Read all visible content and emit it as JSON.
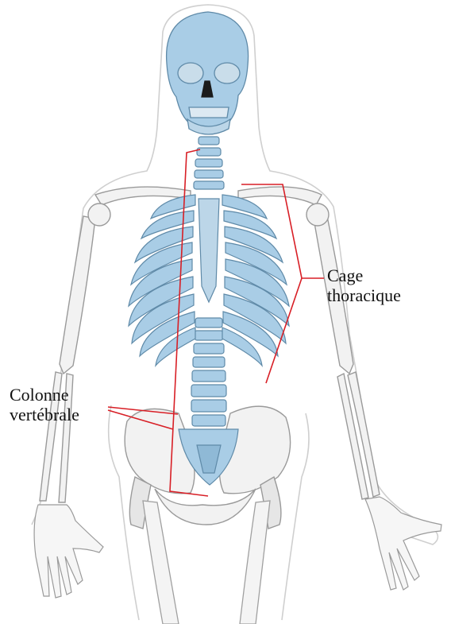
{
  "labels": {
    "thoracic_cage": {
      "line1": "Cage",
      "line2": "thoracique"
    },
    "vertebral_column": {
      "line1": "Colonne",
      "line2": "vertébrale"
    }
  },
  "colors": {
    "bone_highlight": "#a9cde6",
    "bone_outline": "#5f8aa8",
    "body_outline": "#c9c9c9",
    "bracket": "#d81f26"
  }
}
